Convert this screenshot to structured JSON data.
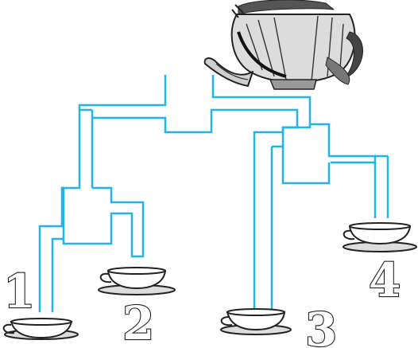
{
  "puzzle": {
    "cups": [
      {
        "id": 1,
        "label": "1"
      },
      {
        "id": 2,
        "label": "2"
      },
      {
        "id": 3,
        "label": "3"
      },
      {
        "id": 4,
        "label": "4"
      }
    ]
  },
  "colors": {
    "pipe": "#21b4e8",
    "ink": "#222222",
    "paper": "#ffffff"
  },
  "icons": [
    "teapot-icon",
    "teacup-icon"
  ]
}
